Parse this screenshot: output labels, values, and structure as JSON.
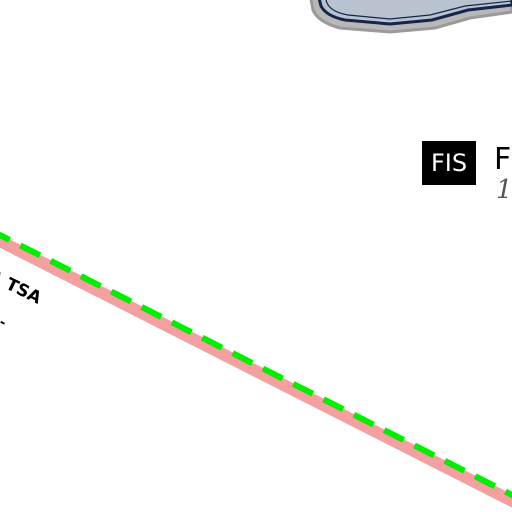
{
  "airspace": {
    "tsa_label": "A TSA",
    "tsa_fragment": "-"
  },
  "fis": {
    "badge": "FIS",
    "name_fragment": "F",
    "frequency_fragment": "1"
  },
  "colors": {
    "boundary_band": "#f4a0a0",
    "boundary_dash": "#00ee00",
    "lake_fill": "#b9c3cf",
    "lake_outline": "#13254a",
    "lake_shadow": "#9a9a9a",
    "fis_badge_bg": "#000000",
    "fis_badge_text": "#ffffff"
  }
}
